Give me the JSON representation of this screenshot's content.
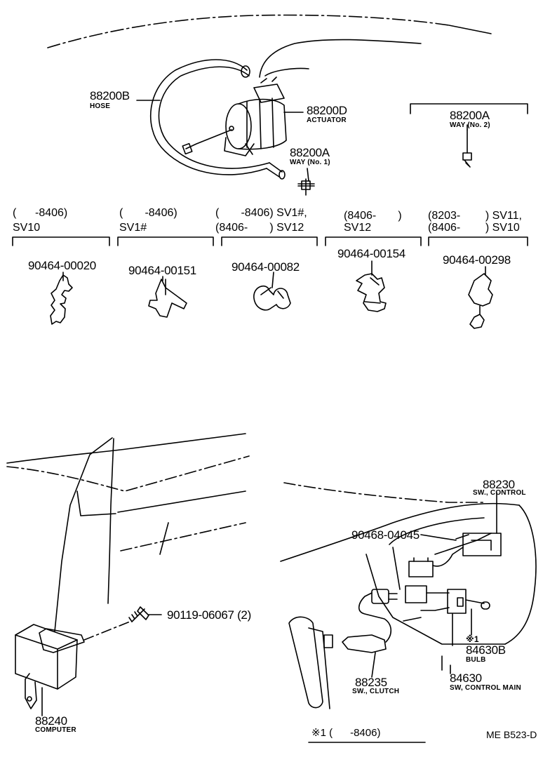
{
  "diagram_code": "ME B523-D",
  "footnote": "※1 (      -8406)",
  "parts": {
    "hose": {
      "number": "88200B",
      "name": "HOSE"
    },
    "actuator": {
      "number": "88200D",
      "name": "ACTUATOR"
    },
    "way1": {
      "number": "88200A",
      "name": "WAY (No. 1)"
    },
    "way2": {
      "number": "88200A",
      "name": "WAY (No. 2)"
    },
    "screw": {
      "number": "90119-06067 (2)"
    },
    "computer": {
      "number": "88240",
      "name": "COMPUTER"
    },
    "control_sw": {
      "number": "88230",
      "name": "SW., CONTROL"
    },
    "clip_wire": {
      "number": "90468-04045"
    },
    "clutch_sw": {
      "number": "88235",
      "name": "SW., CLUTCH"
    },
    "bulb": {
      "mark": "※1",
      "number": "84630B",
      "name": "BULB"
    },
    "control_main": {
      "number": "84630",
      "name": "SW, CONTROL MAIN"
    }
  },
  "variants": [
    {
      "line1": "(      -8406)",
      "line2": "SV10",
      "part": "90464-00020"
    },
    {
      "line1": "(       -8406)",
      "line2": "SV1#",
      "part": "90464-00151"
    },
    {
      "line1": "(       -8406) SV1#,",
      "line2": "(8406-       ) SV12",
      "part": "90464-00082"
    },
    {
      "line1": "(8406-       )",
      "line2": "SV12",
      "part": "90464-00154"
    },
    {
      "line1": "(8203-        ) SV11,",
      "line2": "(8406-        ) SV10",
      "part": "90464-00298"
    }
  ]
}
